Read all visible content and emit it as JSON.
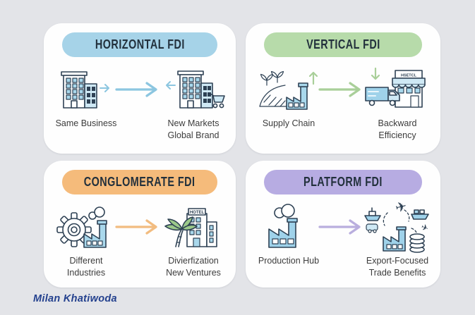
{
  "page": {
    "background": "#e3e4e8",
    "signature": "Milan Khatiwoda",
    "signature_color": "#24418e"
  },
  "cards": [
    {
      "title": "HORIZONTAL FDI",
      "pill_color": "#a6d3e8",
      "arrow_color": "#8cc6e0",
      "left": {
        "icon": "office-buildings-icon",
        "label_lines": [
          "Same Business"
        ]
      },
      "right": {
        "icon": "buildings-shopping-cart-icon",
        "label_lines": [
          "New Markets",
          "Global Brand"
        ]
      }
    },
    {
      "title": "VERTICAL FDI",
      "pill_color": "#b7dbaa",
      "arrow_color": "#a9cf99",
      "left": {
        "icon": "farm-factory-icon",
        "label_lines": [
          "Supply Chain"
        ]
      },
      "right": {
        "icon": "truck-store-icon",
        "label_lines": [
          "Backward",
          "Efficiency"
        ],
        "sign_text": "HSETCL"
      }
    },
    {
      "title": "CONGLOMERATE FDI",
      "pill_color": "#f5bb7b",
      "arrow_color": "#f2bc80",
      "left": {
        "icon": "gear-factory-icon",
        "label_lines": [
          "Different Industries"
        ]
      },
      "right": {
        "icon": "palm-hotel-icon",
        "label_lines": [
          "Divierfization",
          "New Ventures"
        ],
        "sign_text": "HOTEL"
      }
    },
    {
      "title": "PLATFORM FDI",
      "pill_color": "#b7ace2",
      "arrow_color": "#b9aede",
      "left": {
        "icon": "factory-smoke-icon",
        "label_lines": [
          "Production Hub"
        ]
      },
      "right": {
        "icon": "export-trade-cluster-icon",
        "label_lines": [
          "Export-Focused",
          "Trade Benefits"
        ]
      }
    }
  ]
}
